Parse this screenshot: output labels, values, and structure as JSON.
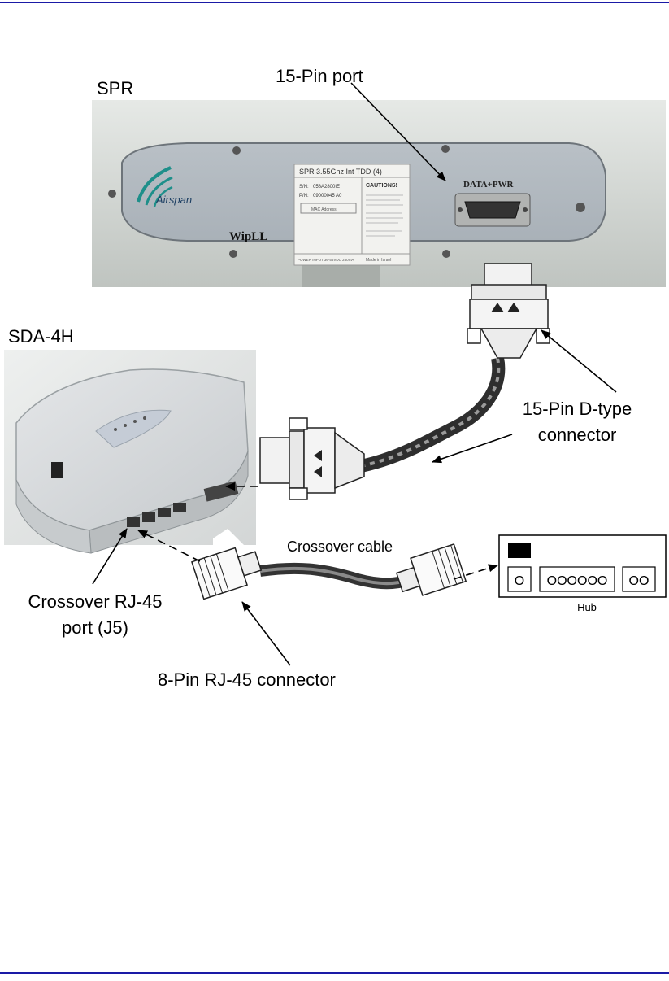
{
  "labels": {
    "spr": "SPR",
    "pin15_port": "15-Pin port",
    "sda": "SDA-4H",
    "dtype_line1": "15-Pin D-type",
    "dtype_line2": "connector",
    "crossover_cable": "Crossover cable",
    "rj45_port_line1": "Crossover RJ-45",
    "rj45_port_line2": "port (J5)",
    "rj45_connector": "8-Pin RJ-45 connector",
    "hub": "Hub"
  },
  "spr_unit": {
    "brand": "Airspan",
    "model_mark": "WipLL",
    "port_label": "DATA+PWR",
    "plate_title": "SPR 3.55Ghz Int TDD (4)",
    "plate_sn_label": "S/N:",
    "plate_sn": "058A2800IE",
    "plate_pn_label": "P/N:",
    "plate_pn": "09000045   A0",
    "plate_mac": "MAC Address",
    "plate_caution": "CAUTIONS!",
    "plate_power": "POWER INPUT 36-56VDC 250mA",
    "plate_made": "Made in Israel"
  },
  "hub_ports": [
    "O",
    "OOOOOO",
    "OO"
  ],
  "colors": {
    "rule": "#1a1aa6",
    "spr_body": "#c9cdc9",
    "sda_body": "#d9dcdd",
    "airspan_teal": "#1e8f8a"
  }
}
